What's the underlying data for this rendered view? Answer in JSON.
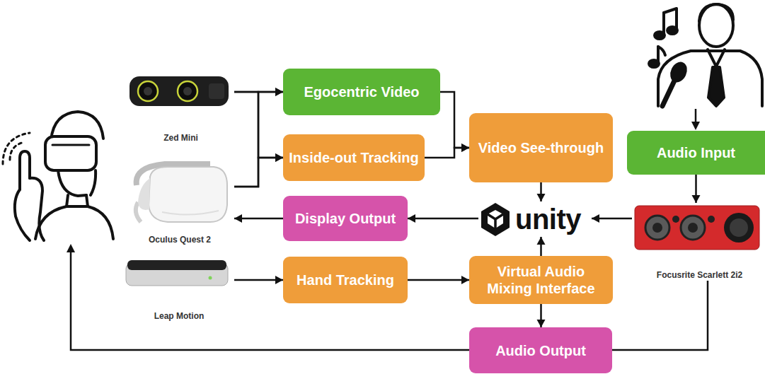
{
  "diagram": {
    "nodes": [
      {
        "text": [
          "Zed Mini"
        ]
      },
      {
        "text": [
          "Oculus Quest 2"
        ]
      },
      {
        "text": [
          "Leap Motion"
        ]
      },
      {
        "text": [
          "Egocentric Video"
        ]
      },
      {
        "text": [
          "Inside-out Tracking"
        ]
      },
      {
        "text": [
          "Display Output"
        ]
      },
      {
        "text": [
          "Hand Tracking"
        ]
      },
      {
        "text": [
          "Video See-through"
        ]
      },
      {
        "text": [
          "unity"
        ]
      },
      {
        "text": [
          "Virtual Audio Mixing Interface"
        ]
      },
      {
        "text": [
          "Audio Output"
        ]
      },
      {
        "text": [
          "Audio Input"
        ]
      },
      {
        "text": [
          "Focusrite Scarlett 2i2"
        ]
      }
    ],
    "edges": [
      {
        "from": 0,
        "to": 3,
        "arrow": "to"
      },
      {
        "from": 0,
        "to": 4,
        "arrow": "to"
      },
      {
        "from": 1,
        "to": 3,
        "arrow": "to"
      },
      {
        "from": 1,
        "to": 4,
        "arrow": "to"
      },
      {
        "from": 3,
        "to": 7,
        "arrow": "to"
      },
      {
        "from": 4,
        "to": 7,
        "arrow": "to"
      },
      {
        "from": 7,
        "to": 8,
        "arrow": "to"
      },
      {
        "from": 8,
        "to": 5,
        "arrow": "to"
      },
      {
        "from": 5,
        "to": 1,
        "arrow": "to"
      },
      {
        "from": 2,
        "to": 6,
        "arrow": "to"
      },
      {
        "from": 6,
        "to": 9,
        "arrow": "to"
      },
      {
        "from": 9,
        "to": 8,
        "arrow": "to"
      },
      {
        "from": 9,
        "to": 10,
        "arrow": "to"
      },
      {
        "from": 12,
        "to": 8,
        "arrow": "to"
      },
      {
        "from": 11,
        "to": 12,
        "arrow": "to"
      },
      {
        "from": 10,
        "to": 12,
        "arrow": "none"
      }
    ]
  }
}
